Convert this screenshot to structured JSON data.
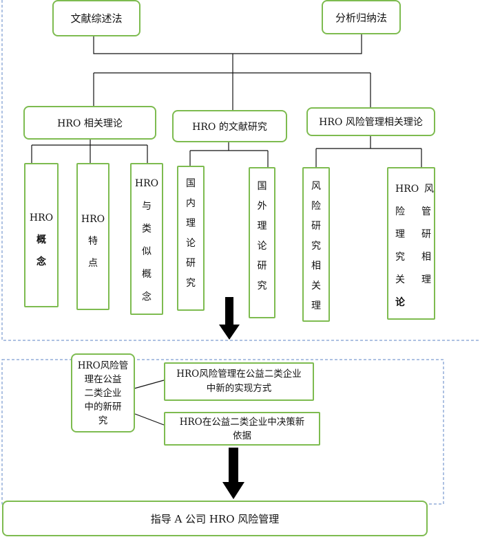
{
  "colors": {
    "box_border": "#7dbb4f",
    "line": "#111111",
    "dash": "#5b83c4",
    "arrow": "#000000"
  },
  "methods": [
    "文献综述法",
    "分析归纳法"
  ],
  "level2": [
    "HRO 相关理论",
    "HRO 的文献研究",
    "HRO 风险管理相关理论"
  ],
  "leaves": {
    "concept_1": "HRO",
    "concept_2": "概",
    "concept_3": "念",
    "features_1": "HRO",
    "features_2": "特",
    "features_3": "点",
    "similar_1": "HRO",
    "similar_2": "与",
    "similar_3": "类",
    "similar_4": "似",
    "similar_5": "概",
    "similar_6": "念",
    "domestic": [
      "国",
      "内",
      "理",
      "论",
      "研",
      "究"
    ],
    "foreign": [
      "国",
      "外",
      "理",
      "论",
      "研",
      "究"
    ],
    "risk_research": [
      "风",
      "险",
      "研",
      "究",
      "相",
      "关",
      "理"
    ],
    "hro_risk_row1_a": "HRO",
    "hro_risk_row1_b": "风",
    "hro_risk_row2_a": "险",
    "hro_risk_row2_b": "管",
    "hro_risk_row3_a": "理",
    "hro_risk_row3_b": "研",
    "hro_risk_row4_a": "究",
    "hro_risk_row4_b": "相",
    "hro_risk_row5_a": "关",
    "hro_risk_row5_b": "理",
    "hro_risk_row6_a": "论"
  },
  "stage2": {
    "center_lines": [
      "HRO风险管",
      "理在公益",
      "二类企业",
      "中的新研",
      "究"
    ],
    "right_top_lines": [
      "HRO风险管理在公益二类企业",
      "中新的实现方式"
    ],
    "right_bottom_lines": [
      "HRO在公益二类企业中决策新",
      "依据"
    ]
  },
  "final": "指导 A 公司 HRO 风险管理"
}
